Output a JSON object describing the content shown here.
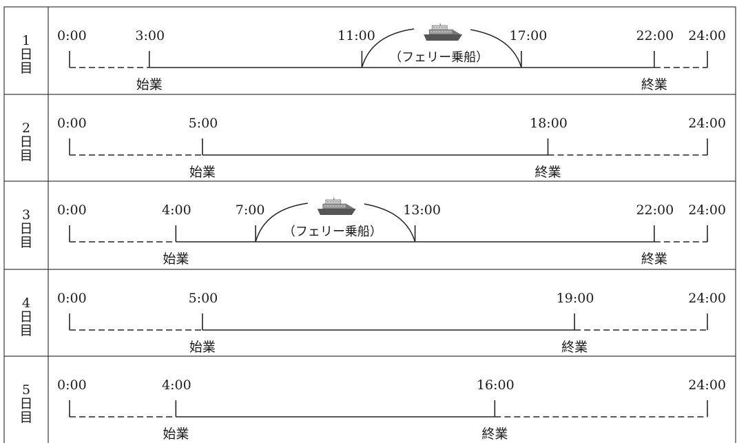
{
  "days": [
    {
      "label": "1日目",
      "start": "3:00",
      "end": "22:00",
      "start_label": "始業",
      "end_label": "終業",
      "ferry": {
        "from": "11:00",
        "to": "17:00",
        "label": "（フェリー乗船）"
      }
    },
    {
      "label": "2日目",
      "start": "5:00",
      "end": "18:00",
      "start_label": "始業",
      "end_label": "終業",
      "ferry": null
    },
    {
      "label": "3日目",
      "start": "4:00",
      "end": "22:00",
      "start_label": "始業",
      "end_label": "終業",
      "ferry": {
        "from": "7:00",
        "to": "13:00",
        "label": "（フェリー乗船）"
      }
    },
    {
      "label": "4日目",
      "start": "5:00",
      "end": "19:00",
      "start_label": "始業",
      "end_label": "終業",
      "ferry": null
    },
    {
      "label": "5日目",
      "start": "4:00",
      "end": "16:00",
      "start_label": "始業",
      "end_label": "終業",
      "ferry": null
    }
  ],
  "day_start": "0:00",
  "day_end": "24:00",
  "colors": {
    "line": "#222222",
    "ship_hull": "#555555",
    "ship_deck": "#9a9a9a"
  },
  "ferry_icon": "ship-icon"
}
